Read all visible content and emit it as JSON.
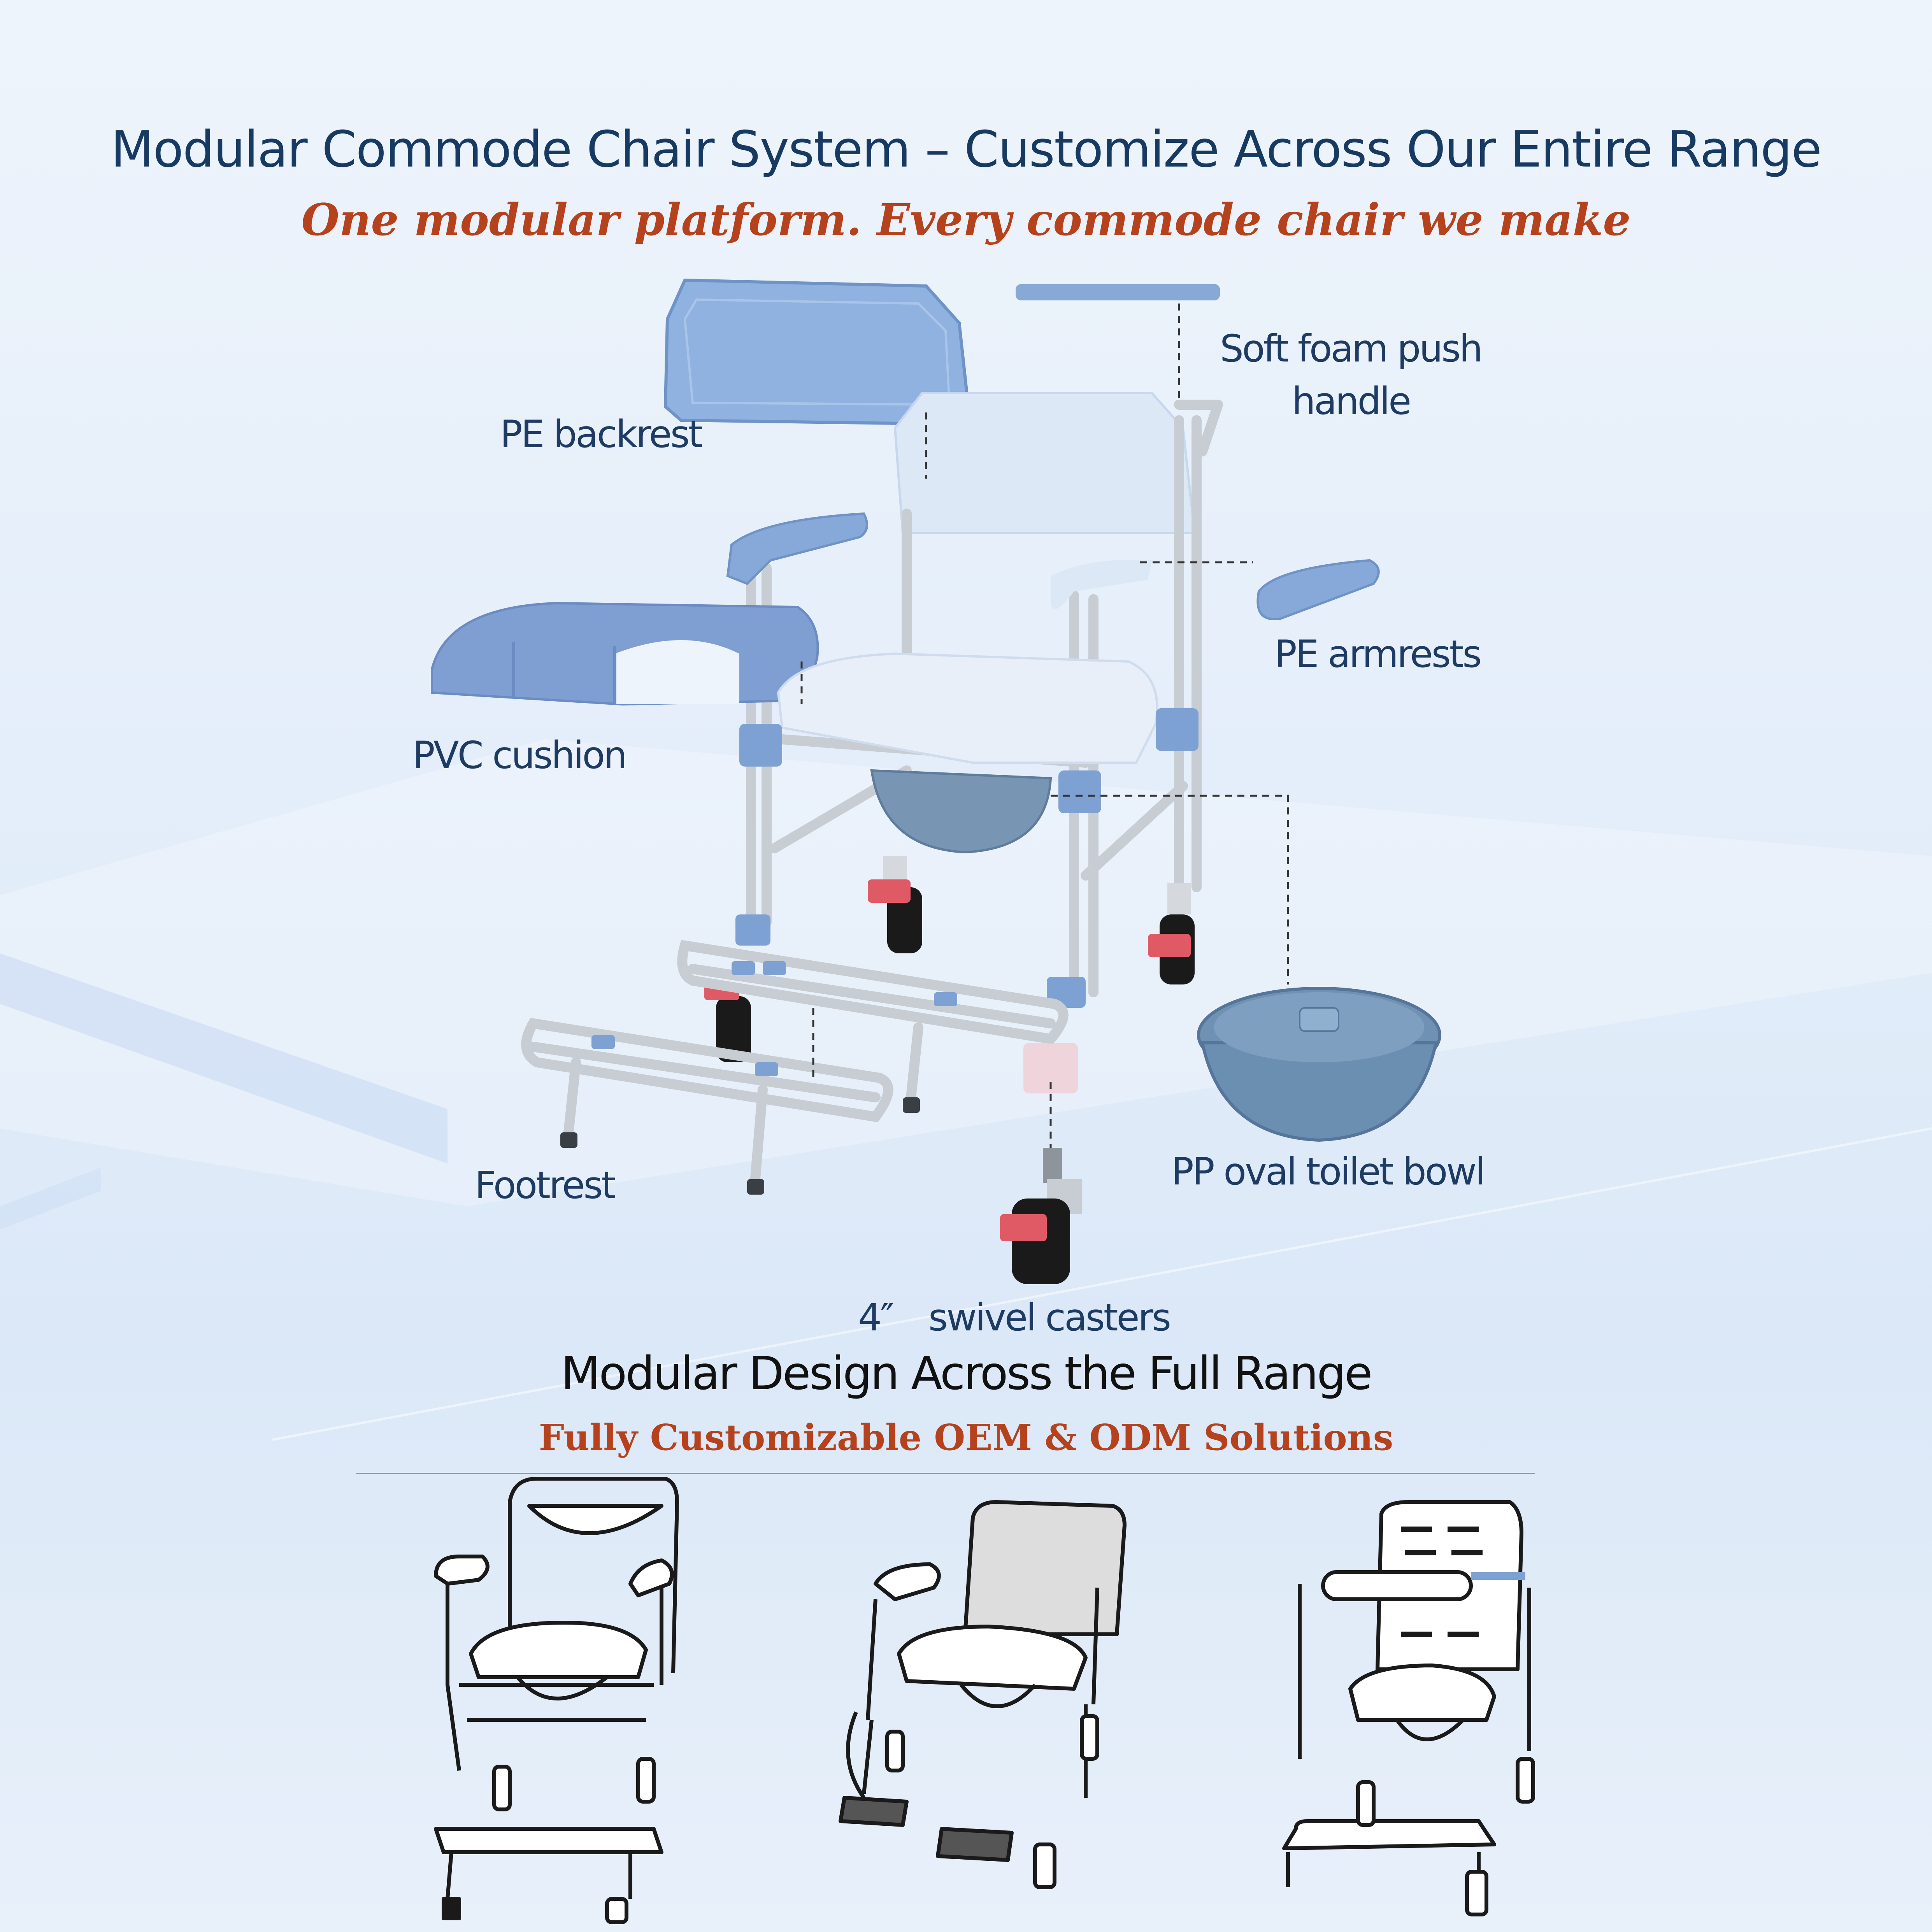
{
  "header": {
    "title": "Modular Commode Chair System – Customize Across Our Entire Range",
    "subtitle": "One modular platform. Every commode chair we make"
  },
  "callouts": {
    "push_handle_line1": "Soft foam push",
    "push_handle_line2": "handle",
    "backrest": "PE backrest",
    "armrests": "PE armrests",
    "cushion": "PVC cushion",
    "footrest": "Footrest",
    "toilet_bowl": "PP oval toilet bowl",
    "casters": "4″ swivel casters"
  },
  "range": {
    "title": "Modular Design Across the Full Range",
    "subtitle": "Fully Customizable OEM & ODM Solutions"
  },
  "colors": {
    "title": "#173a63",
    "accent": "#b5421c",
    "part_blue": "#8fb2e0",
    "bowl": "#6b8fb0",
    "brake_red": "#e05a66"
  }
}
